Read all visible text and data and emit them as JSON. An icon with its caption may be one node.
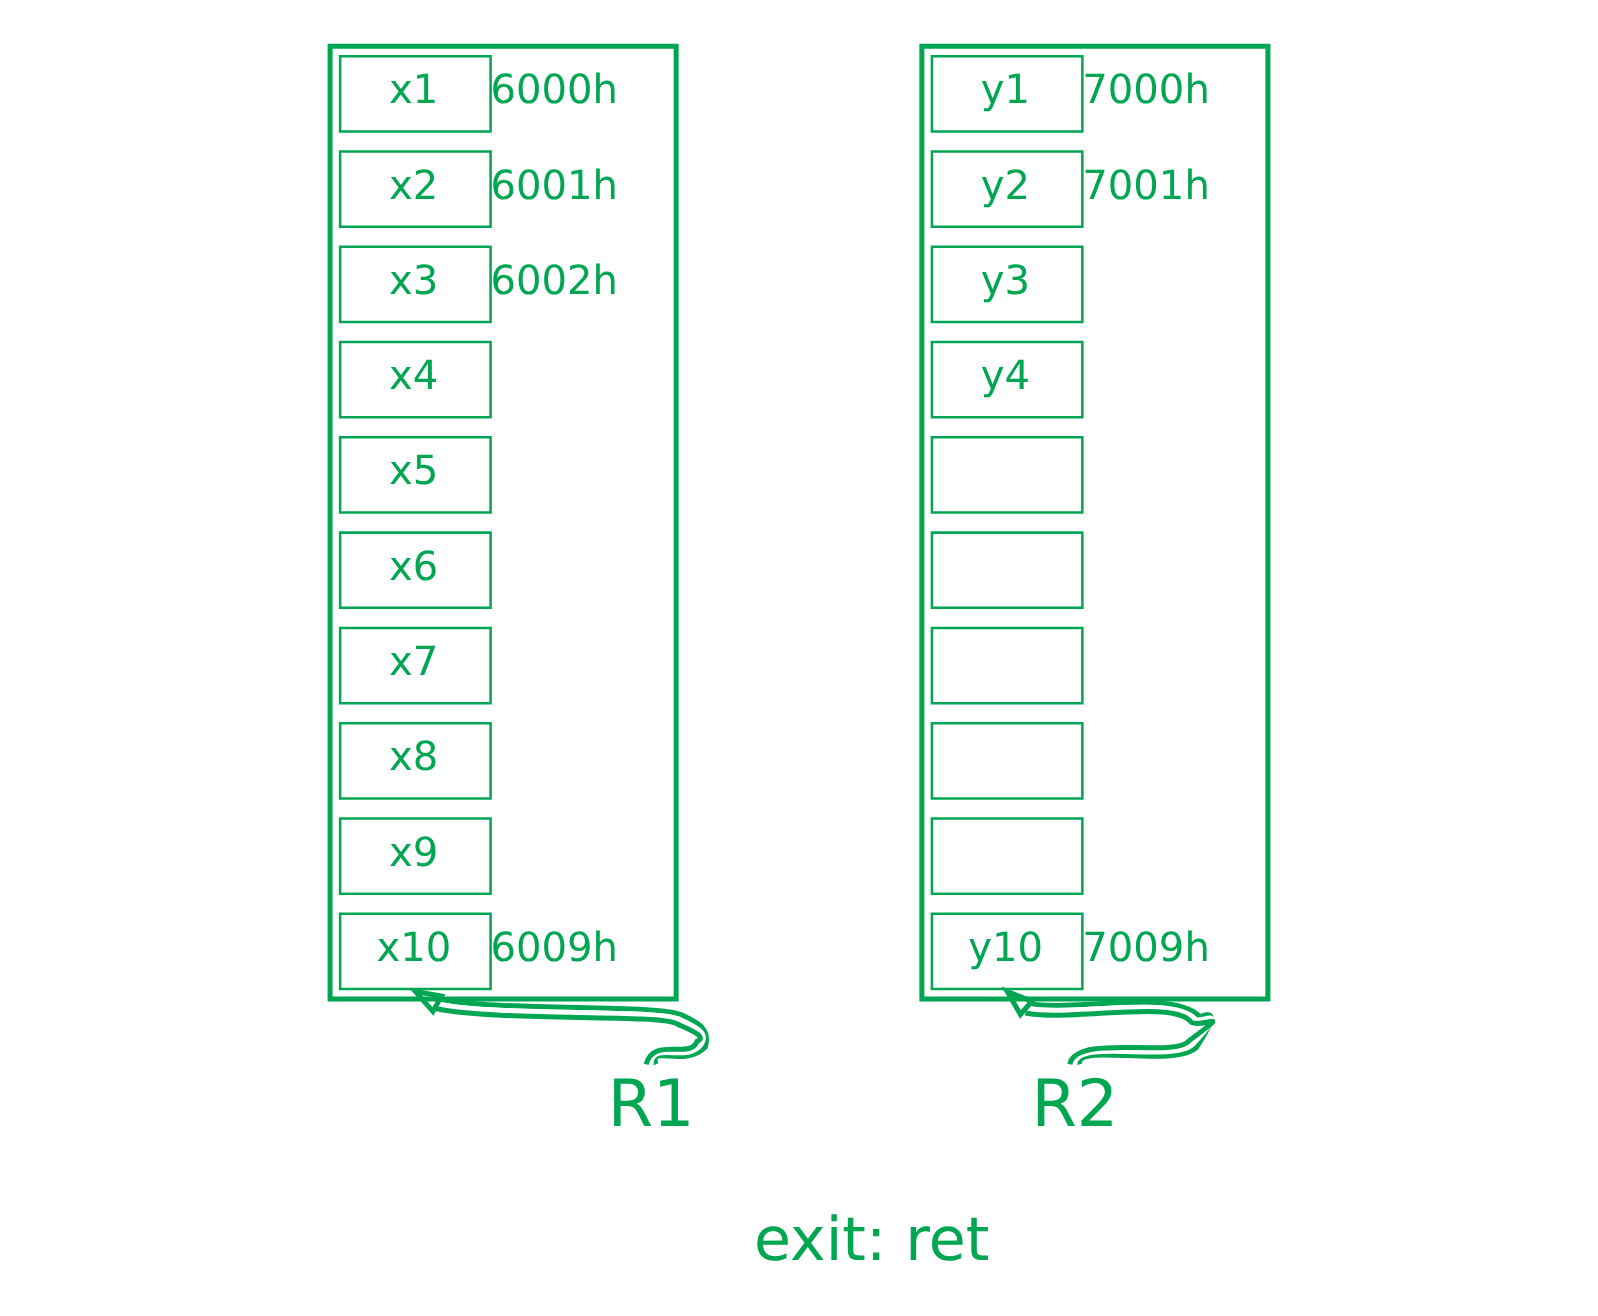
{
  "diagram": {
    "nodes": [
      {
        "text": [],
        "shape": "box"
      },
      {
        "text": [
          "x1"
        ],
        "in": 0,
        "beside": [
          "6000h"
        ]
      },
      {
        "text": [
          "x2"
        ],
        "in": 0,
        "beside": [
          "6001h"
        ]
      },
      {
        "text": [
          "x3"
        ],
        "in": 0,
        "beside": [
          "6002h"
        ]
      },
      {
        "text": [
          "x4"
        ],
        "in": 0
      },
      {
        "text": [
          "x5"
        ],
        "in": 0
      },
      {
        "text": [
          "x6"
        ],
        "in": 0
      },
      {
        "text": [
          "x7"
        ],
        "in": 0
      },
      {
        "text": [
          "x8"
        ],
        "in": 0
      },
      {
        "text": [
          "x9"
        ],
        "in": 0
      },
      {
        "text": [
          "x10"
        ],
        "in": 0,
        "beside": [
          "6009h"
        ]
      },
      {
        "text": [],
        "shape": "box"
      },
      {
        "text": [
          "y1"
        ],
        "in": 11,
        "beside": [
          "7000h"
        ]
      },
      {
        "text": [
          "y2"
        ],
        "in": 11,
        "beside": [
          "7001h"
        ]
      },
      {
        "text": [
          "y3"
        ],
        "in": 11
      },
      {
        "text": [
          "y4"
        ],
        "in": 11
      },
      {
        "text": [],
        "shape": "box",
        "in": 11
      },
      {
        "text": [],
        "shape": "box",
        "in": 11
      },
      {
        "text": [],
        "shape": "box",
        "in": 11
      },
      {
        "text": [],
        "shape": "box",
        "in": 11
      },
      {
        "text": [],
        "shape": "box",
        "in": 11
      },
      {
        "text": [
          "y10"
        ],
        "in": 11,
        "beside": [
          "7009h"
        ]
      },
      {
        "text": [
          "R1"
        ]
      },
      {
        "text": [
          "R2"
        ]
      }
    ],
    "edges": [
      {
        "from": 22,
        "to": 10,
        "arrow": "to"
      },
      {
        "from": 23,
        "to": 21,
        "arrow": "to"
      }
    ],
    "labels": [
      "exit: ret"
    ]
  }
}
